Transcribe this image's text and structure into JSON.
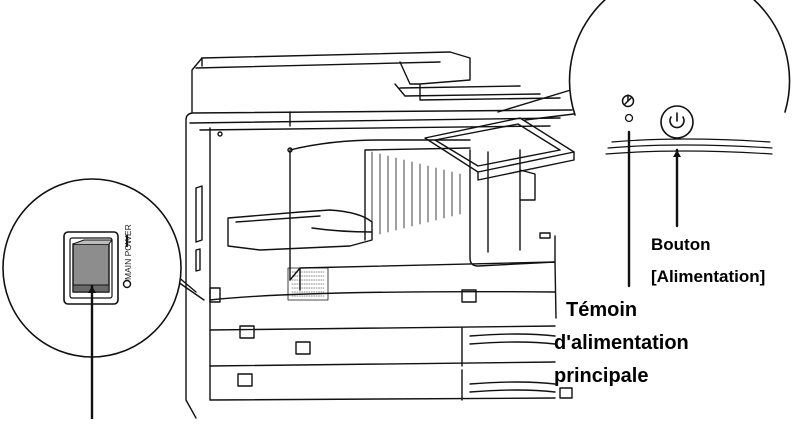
{
  "labels": {
    "power_button": [
      "Bouton",
      "[Alimentation]"
    ],
    "main_power_indicator": [
      "Témoin",
      "d'alimentation",
      "principale"
    ],
    "main_power_switch_text": "MAIN POWER"
  },
  "icons": {
    "power_symbol": "power-icon",
    "main_power_indicator_symbol": "power-indicator-icon"
  }
}
